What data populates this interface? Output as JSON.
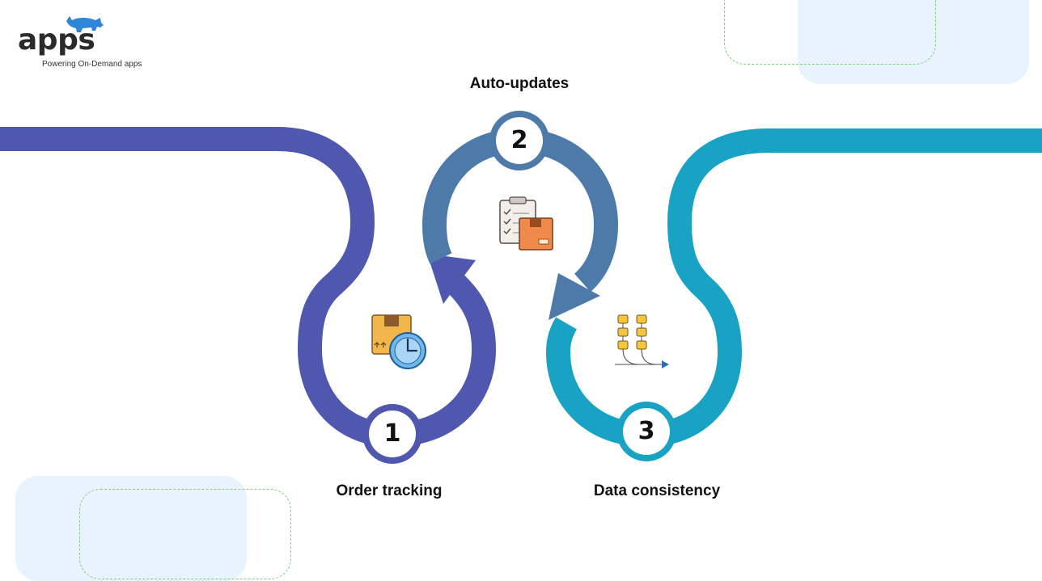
{
  "brand": {
    "name": "apps",
    "tagline": "Powering On-Demand apps"
  },
  "steps": [
    {
      "number": "1",
      "label": "Order tracking",
      "icon": "package-clock-icon"
    },
    {
      "number": "2",
      "label": "Auto-updates",
      "icon": "clipboard-package-icon"
    },
    {
      "number": "3",
      "label": "Data consistency",
      "icon": "data-flow-icon"
    }
  ],
  "colors": {
    "step1": "#4f57ae",
    "step2": "#4e7aa9",
    "step3": "#18a2c3",
    "brand_blue": "#2f86d6",
    "decor_box": "#e8f3fd",
    "decor_dash": "#7fd07f"
  }
}
